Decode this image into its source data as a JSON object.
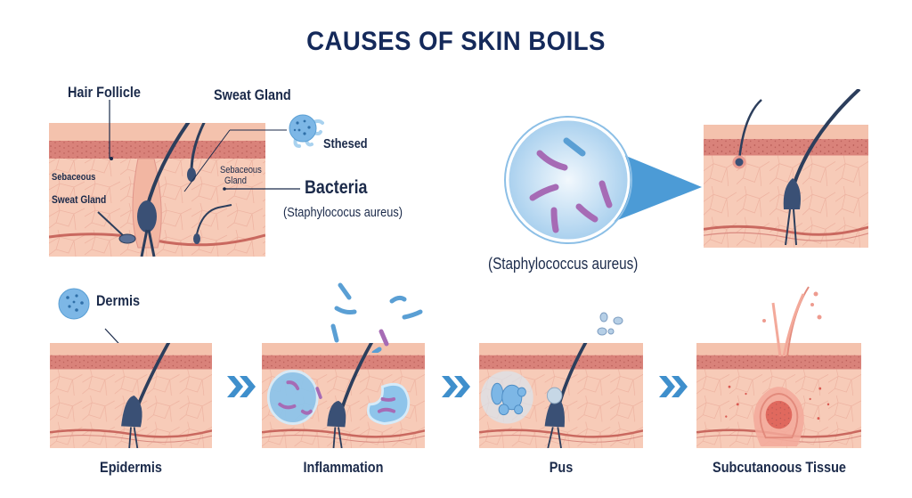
{
  "title": "CAUSES OF SKIN BOILS",
  "colors": {
    "title": "#14295a",
    "text": "#1b2a4a",
    "skin_top": "#f4c2ad",
    "skin_band": "#d9827a",
    "skin_body": "#f7cbb8",
    "skin_line": "#c9685f",
    "hair": "#2c3e5c",
    "bacteria_purple": "#a66bb5",
    "bacteria_blue": "#5a9fd4",
    "arrow_blue": "#3f8fcc",
    "cell_blue": "#8ec4ea"
  },
  "top_left_panel": {
    "labels": {
      "hair_follicle": "Hair Follicle",
      "sweat_gland_top": "Sweat Gland",
      "sebaceous_left": "Sebaceous",
      "sweat_gland_left": "Sweat Gland",
      "sebaceous_gland": "Sebaceous\nGland",
      "sebaceous_gland_line1": "Sebaceous",
      "sebaceous_gland_line2": "Gland",
      "schesed": "Sthesed",
      "bacteria": "Bacteria",
      "bacteria_species": "(Staphylococus aureus)"
    }
  },
  "top_right_panel": {
    "magnifier_caption": "(Staphylococcus aureus)"
  },
  "stages": [
    {
      "label": "Epidermis",
      "annotation": "Dermis"
    },
    {
      "label": "Inflammation"
    },
    {
      "label": "Pus"
    },
    {
      "label": "Subcutanoous Tissue"
    }
  ],
  "arrows": [
    "chevron-right",
    "chevron-right",
    "chevron-right"
  ]
}
